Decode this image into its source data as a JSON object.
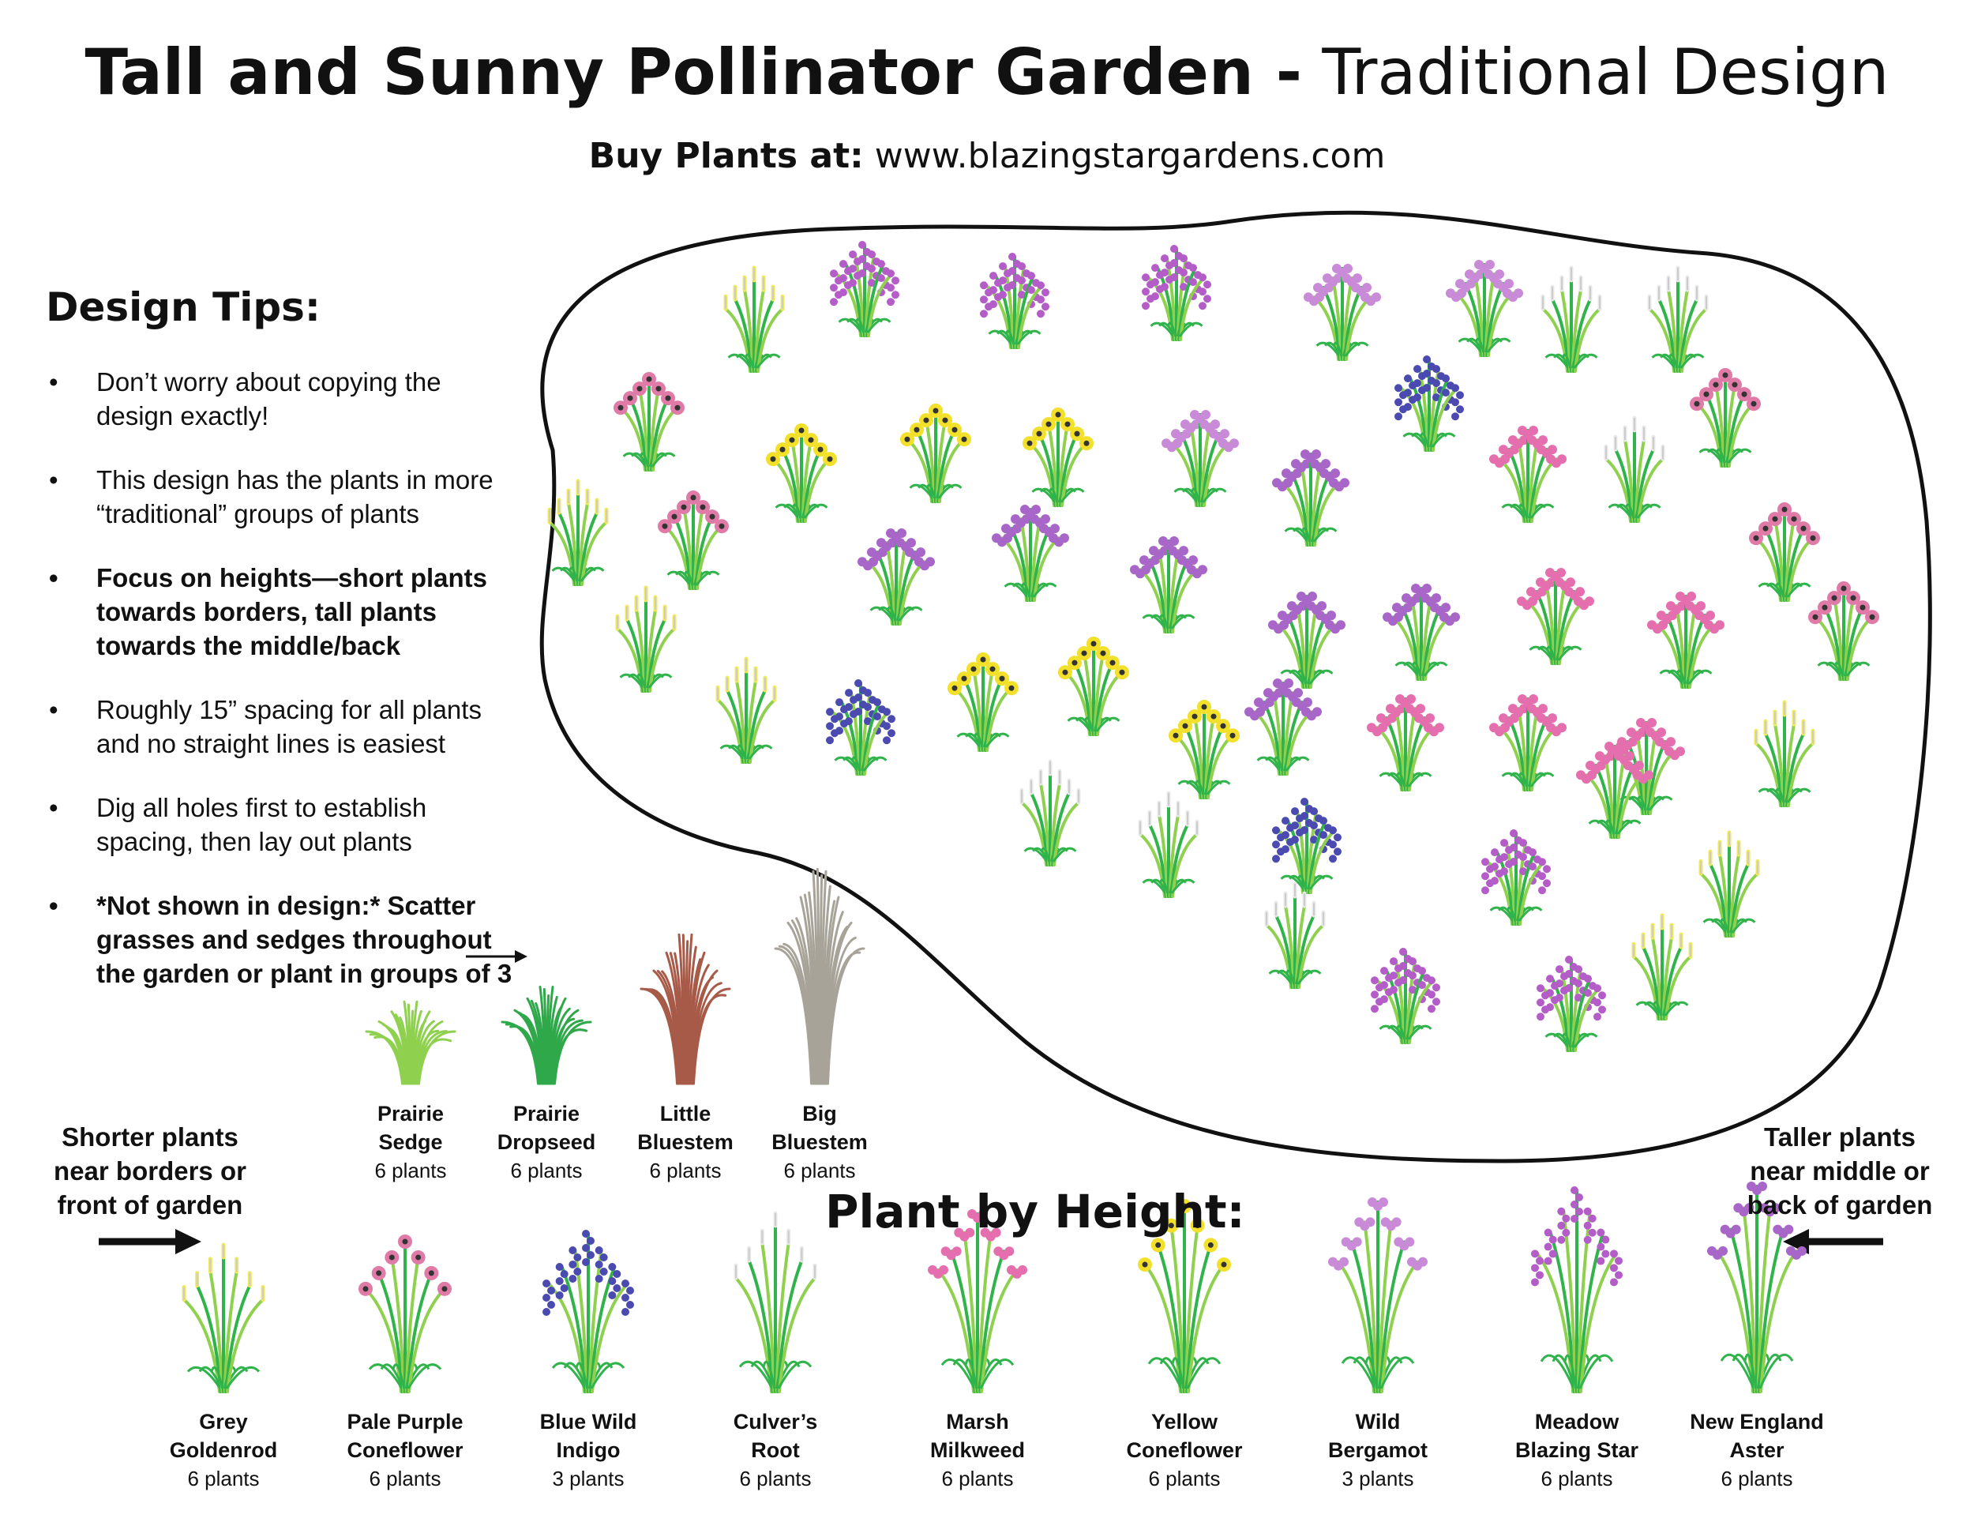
{
  "title": {
    "bold": "Tall and Sunny Pollinator Garden -",
    "light": "Traditional Design"
  },
  "subtitle": {
    "label": "Buy Plants at:",
    "url": "www.blazingstargardens.com"
  },
  "design_tips": {
    "heading": "Design Tips:",
    "items": [
      {
        "text": "Don’t worry about copying the design exactly!",
        "bold": false
      },
      {
        "text": "This design has the plants in more “traditional” groups of plants",
        "bold": false
      },
      {
        "text": "Focus on heights—short plants towards borders, tall plants towards the middle/back",
        "bold": true
      },
      {
        "text": "Roughly 15” spacing for all plants and no straight lines is easiest",
        "bold": false
      },
      {
        "text": "Dig all holes first to establish spacing, then lay out plants",
        "bold": false
      },
      {
        "text": "*Not shown in design:* Scatter grasses and sedges throughout the garden or plant in groups of 3",
        "bold": true
      }
    ]
  },
  "grasses": [
    {
      "name1": "Prairie",
      "name2": "Sedge",
      "count": "6 plants",
      "color": "#8fd14f"
    },
    {
      "name1": "Prairie",
      "name2": "Dropseed",
      "count": "6 plants",
      "color": "#2fa84a"
    },
    {
      "name1": "Little",
      "name2": "Bluestem",
      "count": "6 plants",
      "color": "#a85a48"
    },
    {
      "name1": "Big",
      "name2": "Bluestem",
      "count": "6 plants",
      "color": "#a8a398"
    }
  ],
  "height_section": {
    "title": "Plant by Height:",
    "shorter_note": [
      "Shorter plants",
      "near borders or",
      "front of garden"
    ],
    "taller_note": [
      "Taller plants",
      "near middle or",
      "back of garden"
    ]
  },
  "plants": [
    {
      "name1": "Grey",
      "name2": "Goldenrod",
      "count": "6 plants",
      "flower": "#f0ea5a",
      "icon": "goldenrod-icon"
    },
    {
      "name1": "Pale Purple",
      "name2": "Coneflower",
      "count": "6 plants",
      "flower": "#e07aa6",
      "icon": "coneflower-icon"
    },
    {
      "name1": "Blue Wild",
      "name2": "Indigo",
      "count": "3 plants",
      "flower": "#4a4ab0",
      "icon": "indigo-icon"
    },
    {
      "name1": "Culver’s",
      "name2": "Root",
      "count": "6 plants",
      "flower": "#e8e8e8",
      "icon": "culvers-root-icon"
    },
    {
      "name1": "Marsh",
      "name2": "Milkweed",
      "count": "6 plants",
      "flower": "#e56fae",
      "icon": "milkweed-icon"
    },
    {
      "name1": "Yellow",
      "name2": "Coneflower",
      "count": "6 plants",
      "flower": "#f2e02a",
      "icon": "yellow-coneflower-icon"
    },
    {
      "name1": "Wild",
      "name2": "Bergamot",
      "count": "3 plants",
      "flower": "#c98ad8",
      "icon": "bergamot-icon"
    },
    {
      "name1": "Meadow",
      "name2": "Blazing Star",
      "count": "6 plants",
      "flower": "#b45cc8",
      "icon": "blazing-star-icon"
    },
    {
      "name1": "New England",
      "name2": "Aster",
      "count": "6 plants",
      "flower": "#a866c8",
      "icon": "aster-icon"
    }
  ],
  "colors": {
    "leaf": "#2fb34a",
    "leaf_light": "#8fd14f",
    "outline": "#111111"
  }
}
